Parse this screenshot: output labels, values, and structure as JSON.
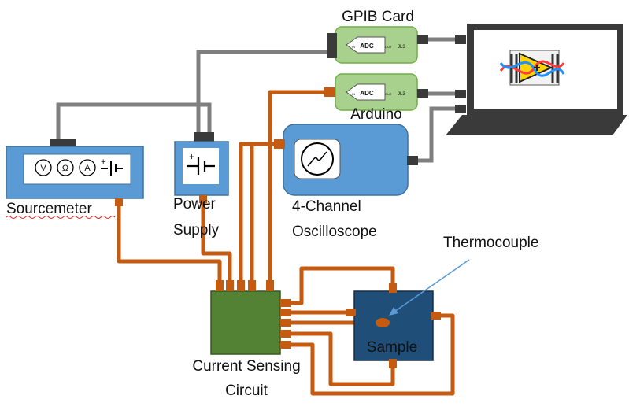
{
  "labels": {
    "gpib_card": "GPIB Card",
    "arduino": "Arduino",
    "sourcemeter": "Sourcemeter",
    "power_supply_line1": "Power",
    "power_supply_line2": "Supply",
    "oscilloscope_line1": "4-Channel",
    "oscilloscope_line2": "Oscilloscope",
    "thermocouple": "Thermocouple",
    "sample": "Sample",
    "current_sensing_line1": "Current Sensing",
    "current_sensing_line2": "Circuit"
  },
  "card_text": {
    "adc": "ADC",
    "in": "IN",
    "out": "OUT",
    "jl3": "JL3"
  },
  "meter_symbols": {
    "volt": "V",
    "ohm": "Ω",
    "amp": "A",
    "plus": "+"
  },
  "colors": {
    "wire_orange": "#c55a11",
    "wire_gray": "#7f7f7f",
    "instrument_blue": "#5b9bd5",
    "card_green": "#a9d18e",
    "circuit_green": "#548235",
    "sample_navy": "#1f4e79",
    "laptop_dark": "#3a3a3a",
    "thermocouple_arrow": "#5b9bd5"
  },
  "icons": {
    "computer": "labview-icon",
    "oscilloscope": "sine-wave-icon",
    "power_supply": "battery-icon",
    "sourcemeter": "battery-icon"
  }
}
